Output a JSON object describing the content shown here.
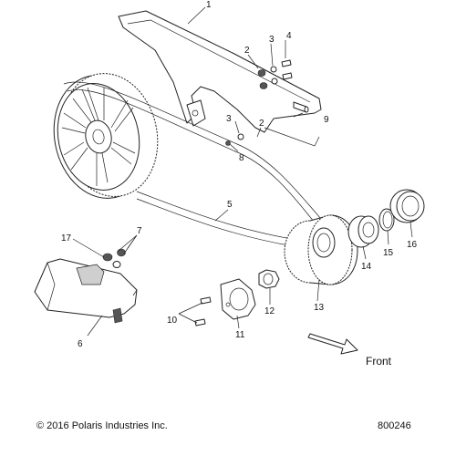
{
  "callouts": {
    "c1": "1",
    "c2": "2",
    "c3a": "3",
    "c4": "4",
    "c3b": "3",
    "c2b": "2",
    "c8": "8",
    "c9": "9",
    "c5": "5",
    "c7": "7",
    "c17": "17",
    "c6": "6",
    "c10": "10",
    "c11": "11",
    "c12": "12",
    "c13": "13",
    "c14": "14",
    "c15": "15",
    "c16": "16"
  },
  "direction_label": "Front",
  "copyright": "© 2016 Polaris Industries Inc.",
  "figure_number": "800246"
}
